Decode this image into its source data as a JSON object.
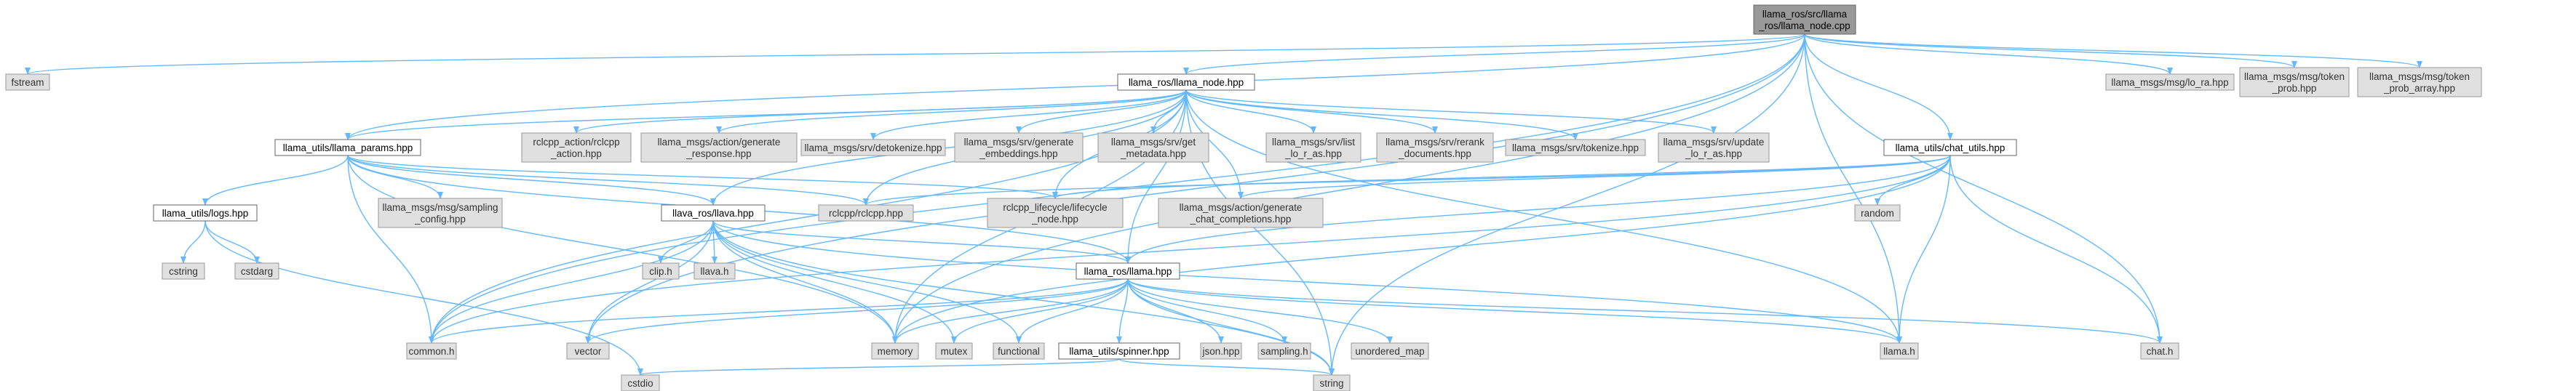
{
  "diagram": {
    "type": "include-dependency-graph",
    "edge_color": "#63b8ff",
    "root_fill": "#999999",
    "header_fill": "#ffffff",
    "external_fill": "#e0e0e0",
    "nodes": [
      {
        "id": "root",
        "label": [
          "llama_ros/src/llama",
          "_ros/llama_node.cpp"
        ],
        "kind": "root"
      },
      {
        "id": "fstream",
        "label": [
          "fstream"
        ],
        "kind": "external"
      },
      {
        "id": "node_hpp",
        "label": [
          "llama_ros/llama_node.hpp"
        ],
        "kind": "header"
      },
      {
        "id": "lora",
        "label": [
          "llama_msgs/msg/lo_ra.hpp"
        ],
        "kind": "external"
      },
      {
        "id": "token_prob",
        "label": [
          "llama_msgs/msg/token",
          "_prob.hpp"
        ],
        "kind": "external"
      },
      {
        "id": "token_prob_array",
        "label": [
          "llama_msgs/msg/token",
          "_prob_array.hpp"
        ],
        "kind": "external"
      },
      {
        "id": "params",
        "label": [
          "llama_utils/llama_params.hpp"
        ],
        "kind": "header"
      },
      {
        "id": "rclcpp_action",
        "label": [
          "rclcpp_action/rclcpp",
          "_action.hpp"
        ],
        "kind": "external"
      },
      {
        "id": "gen_resp",
        "label": [
          "llama_msgs/action/generate",
          "_response.hpp"
        ],
        "kind": "external"
      },
      {
        "id": "detok",
        "label": [
          "llama_msgs/srv/detokenize.hpp"
        ],
        "kind": "external"
      },
      {
        "id": "gen_emb",
        "label": [
          "llama_msgs/srv/generate",
          "_embeddings.hpp"
        ],
        "kind": "external"
      },
      {
        "id": "get_meta",
        "label": [
          "llama_msgs/srv/get",
          "_metadata.hpp"
        ],
        "kind": "external"
      },
      {
        "id": "list_lora",
        "label": [
          "llama_msgs/srv/list",
          "_lo_r_as.hpp"
        ],
        "kind": "external"
      },
      {
        "id": "rerank",
        "label": [
          "llama_msgs/srv/rerank",
          "_documents.hpp"
        ],
        "kind": "external"
      },
      {
        "id": "tokenize",
        "label": [
          "llama_msgs/srv/tokenize.hpp"
        ],
        "kind": "external"
      },
      {
        "id": "update_lora",
        "label": [
          "llama_msgs/srv/update",
          "_lo_r_as.hpp"
        ],
        "kind": "external"
      },
      {
        "id": "chat_utils",
        "label": [
          "llama_utils/chat_utils.hpp"
        ],
        "kind": "header"
      },
      {
        "id": "logs",
        "label": [
          "llama_utils/logs.hpp"
        ],
        "kind": "header"
      },
      {
        "id": "sampling_cfg",
        "label": [
          "llama_msgs/msg/sampling",
          "_config.hpp"
        ],
        "kind": "external"
      },
      {
        "id": "rclcpp",
        "label": [
          "rclcpp/rclcpp.hpp"
        ],
        "kind": "external"
      },
      {
        "id": "lifecycle",
        "label": [
          "rclcpp_lifecycle/lifecycle",
          "_node.hpp"
        ],
        "kind": "external"
      },
      {
        "id": "gen_chat",
        "label": [
          "llama_msgs/action/generate",
          "_chat_completions.hpp"
        ],
        "kind": "external"
      },
      {
        "id": "random",
        "label": [
          "random"
        ],
        "kind": "external"
      },
      {
        "id": "llava_hpp",
        "label": [
          "llava_ros/llava.hpp"
        ],
        "kind": "header"
      },
      {
        "id": "cstring",
        "label": [
          "cstring"
        ],
        "kind": "external"
      },
      {
        "id": "cstdarg",
        "label": [
          "cstdarg"
        ],
        "kind": "external"
      },
      {
        "id": "clip",
        "label": [
          "clip.h"
        ],
        "kind": "external"
      },
      {
        "id": "llava_h",
        "label": [
          "llava.h"
        ],
        "kind": "external"
      },
      {
        "id": "llama_hpp",
        "label": [
          "llama_ros/llama.hpp"
        ],
        "kind": "header"
      },
      {
        "id": "common",
        "label": [
          "common.h"
        ],
        "kind": "external"
      },
      {
        "id": "vector",
        "label": [
          "vector"
        ],
        "kind": "external"
      },
      {
        "id": "memory",
        "label": [
          "memory"
        ],
        "kind": "external"
      },
      {
        "id": "mutex",
        "label": [
          "mutex"
        ],
        "kind": "external"
      },
      {
        "id": "functional",
        "label": [
          "functional"
        ],
        "kind": "external"
      },
      {
        "id": "spinner",
        "label": [
          "llama_utils/spinner.hpp"
        ],
        "kind": "header"
      },
      {
        "id": "json",
        "label": [
          "json.hpp"
        ],
        "kind": "external"
      },
      {
        "id": "sampling_h",
        "label": [
          "sampling.h"
        ],
        "kind": "external"
      },
      {
        "id": "unordered_map",
        "label": [
          "unordered_map"
        ],
        "kind": "external"
      },
      {
        "id": "llama_h",
        "label": [
          "llama.h"
        ],
        "kind": "external"
      },
      {
        "id": "chat_h",
        "label": [
          "chat.h"
        ],
        "kind": "external"
      },
      {
        "id": "cstdio",
        "label": [
          "cstdio"
        ],
        "kind": "external"
      },
      {
        "id": "string",
        "label": [
          "string"
        ],
        "kind": "external"
      }
    ],
    "edges": [
      [
        "root",
        "fstream"
      ],
      [
        "root",
        "node_hpp"
      ],
      [
        "root",
        "lora"
      ],
      [
        "root",
        "token_prob"
      ],
      [
        "root",
        "token_prob_array"
      ],
      [
        "root",
        "chat_utils"
      ],
      [
        "root",
        "common"
      ],
      [
        "root",
        "vector"
      ],
      [
        "root",
        "memory"
      ],
      [
        "root",
        "llama_h"
      ],
      [
        "root",
        "chat_h"
      ],
      [
        "root",
        "string"
      ],
      [
        "root",
        "params"
      ],
      [
        "node_hpp",
        "params"
      ],
      [
        "node_hpp",
        "rclcpp_action"
      ],
      [
        "node_hpp",
        "gen_resp"
      ],
      [
        "node_hpp",
        "detok"
      ],
      [
        "node_hpp",
        "gen_emb"
      ],
      [
        "node_hpp",
        "get_meta"
      ],
      [
        "node_hpp",
        "list_lora"
      ],
      [
        "node_hpp",
        "rerank"
      ],
      [
        "node_hpp",
        "tokenize"
      ],
      [
        "node_hpp",
        "update_lora"
      ],
      [
        "node_hpp",
        "lifecycle"
      ],
      [
        "node_hpp",
        "gen_chat"
      ],
      [
        "node_hpp",
        "rclcpp"
      ],
      [
        "node_hpp",
        "llama_hpp"
      ],
      [
        "node_hpp",
        "common"
      ],
      [
        "node_hpp",
        "memory"
      ],
      [
        "node_hpp",
        "llava_hpp"
      ],
      [
        "node_hpp",
        "llama_h"
      ],
      [
        "node_hpp",
        "string"
      ],
      [
        "params",
        "logs"
      ],
      [
        "params",
        "sampling_cfg"
      ],
      [
        "params",
        "rclcpp"
      ],
      [
        "params",
        "lifecycle"
      ],
      [
        "params",
        "llava_hpp"
      ],
      [
        "params",
        "llama_hpp"
      ],
      [
        "params",
        "common"
      ],
      [
        "params",
        "memory"
      ],
      [
        "chat_utils",
        "rclcpp"
      ],
      [
        "chat_utils",
        "lifecycle"
      ],
      [
        "chat_utils",
        "gen_chat"
      ],
      [
        "chat_utils",
        "random"
      ],
      [
        "chat_utils",
        "llama_hpp"
      ],
      [
        "chat_utils",
        "common"
      ],
      [
        "chat_utils",
        "memory"
      ],
      [
        "chat_utils",
        "llama_h"
      ],
      [
        "chat_utils",
        "chat_h"
      ],
      [
        "logs",
        "cstring"
      ],
      [
        "logs",
        "cstdarg"
      ],
      [
        "logs",
        "cstdio"
      ],
      [
        "llava_hpp",
        "clip"
      ],
      [
        "llava_hpp",
        "llava_h"
      ],
      [
        "llava_hpp",
        "llama_hpp"
      ],
      [
        "llava_hpp",
        "common"
      ],
      [
        "llava_hpp",
        "vector"
      ],
      [
        "llava_hpp",
        "memory"
      ],
      [
        "llava_hpp",
        "mutex"
      ],
      [
        "llava_hpp",
        "functional"
      ],
      [
        "llava_hpp",
        "string"
      ],
      [
        "llava_hpp",
        "llama_h"
      ],
      [
        "llama_hpp",
        "common"
      ],
      [
        "llama_hpp",
        "vector"
      ],
      [
        "llama_hpp",
        "memory"
      ],
      [
        "llama_hpp",
        "mutex"
      ],
      [
        "llama_hpp",
        "functional"
      ],
      [
        "llama_hpp",
        "spinner"
      ],
      [
        "llama_hpp",
        "json"
      ],
      [
        "llama_hpp",
        "sampling_h"
      ],
      [
        "llama_hpp",
        "unordered_map"
      ],
      [
        "llama_hpp",
        "llama_h"
      ],
      [
        "llama_hpp",
        "chat_h"
      ],
      [
        "llama_hpp",
        "string"
      ],
      [
        "spinner",
        "cstdio"
      ],
      [
        "spinner",
        "string"
      ]
    ]
  }
}
